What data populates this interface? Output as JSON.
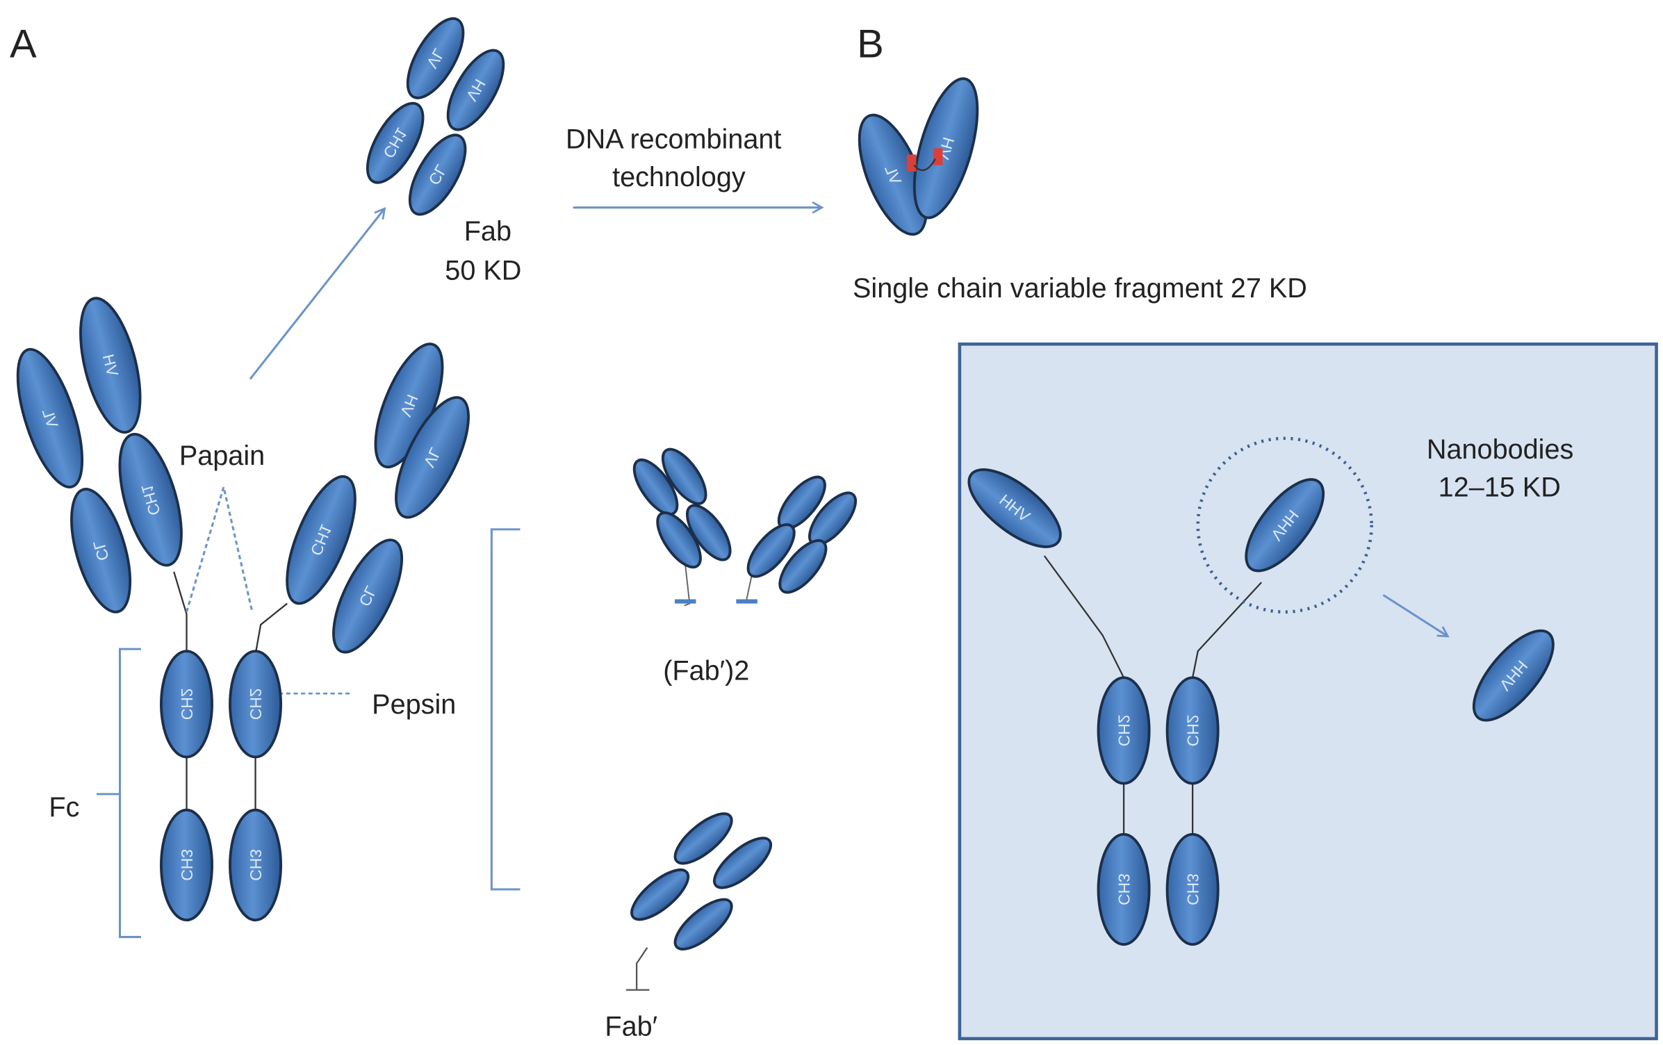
{
  "panel_labels": {
    "a": "A",
    "b": "B"
  },
  "labels": {
    "fab": "Fab",
    "fab_size": "50 KD",
    "dna_line1": "DNA recombinant",
    "dna_line2": "technology",
    "scfv": "Single chain variable fragment 27 KD",
    "papain": "Papain",
    "pepsin": "Pepsin",
    "fc": "Fc",
    "fab2": "(Fab′)2",
    "fab_prime": "Fab′",
    "nanobodies": "Nanobodies",
    "nanobody_size": "12–15 KD"
  },
  "domains": {
    "vl": "VL",
    "vh": "VH",
    "ch1": "CH1",
    "cl": "CL",
    "ch2": "CH2",
    "ch3": "CH3",
    "vhh": "VHH"
  },
  "colors": {
    "domain_fill": "#4a80c4",
    "domain_stroke": "#1c2f4a",
    "arrow": "#6b93c9",
    "panel_bg": "#d7e3f1",
    "panel_border": "#3d6399",
    "linker": "#d9403a"
  }
}
